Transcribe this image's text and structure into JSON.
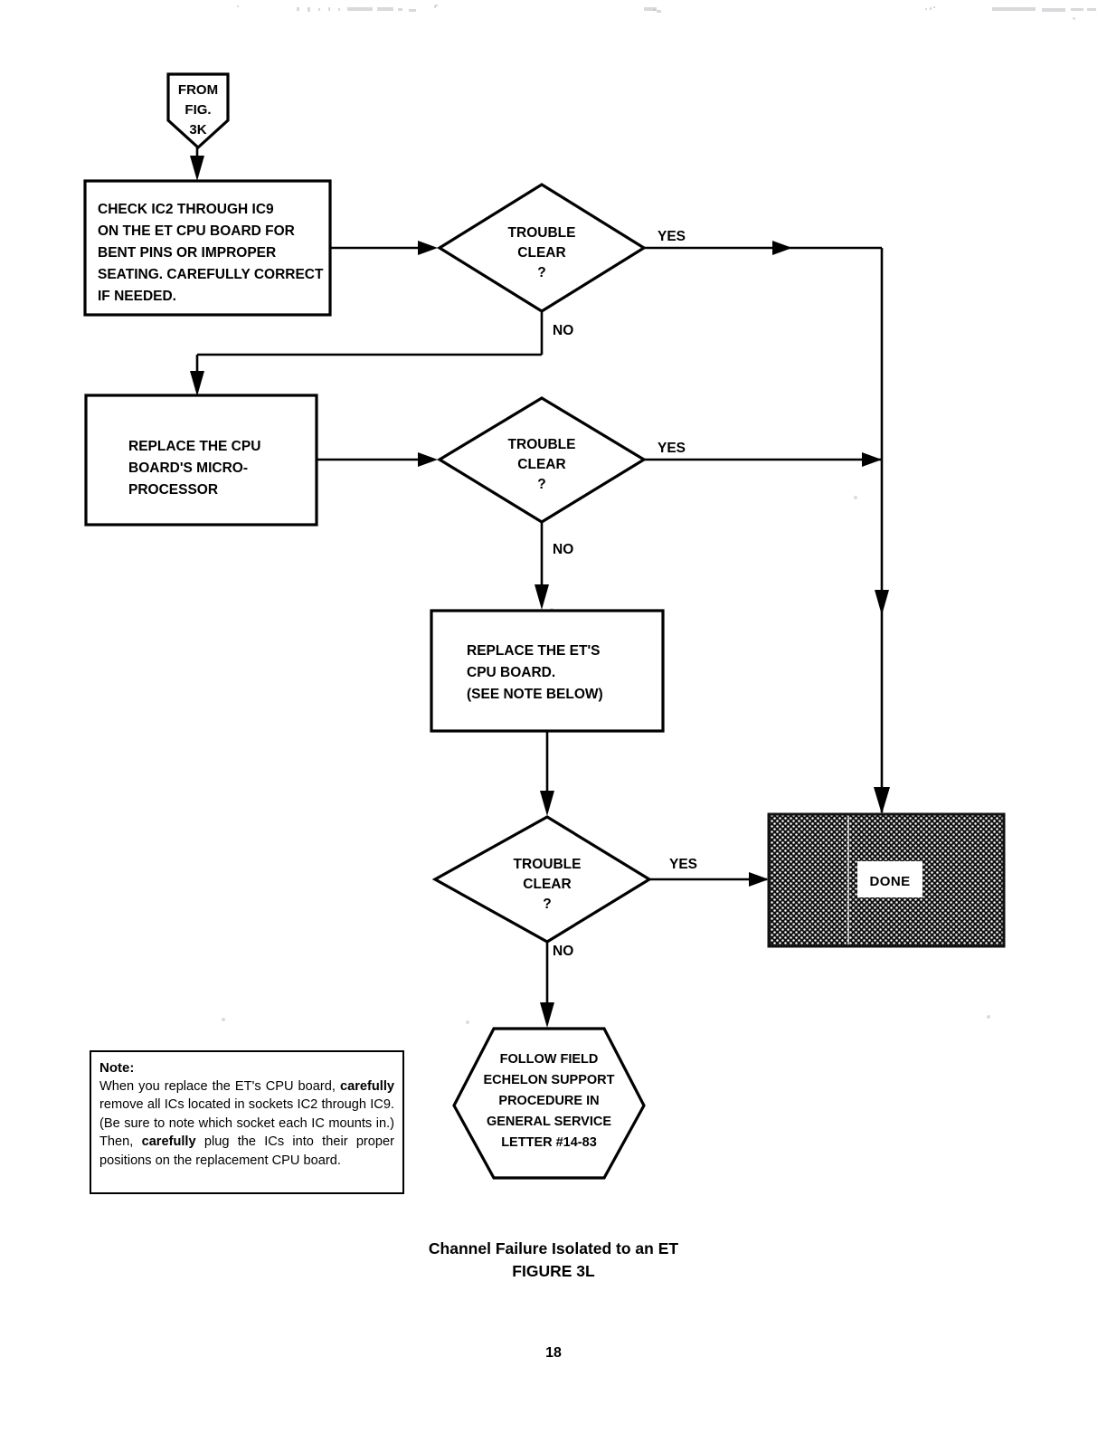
{
  "document": {
    "caption_line1": "Channel Failure Isolated to an ET",
    "caption_line2": "FIGURE 3L",
    "page_number": "18"
  },
  "flowchart": {
    "start_terminator": {
      "line1": "FROM",
      "line2": "FIG.",
      "line3": "3K"
    },
    "process_1": {
      "line1": "CHECK IC2 THROUGH IC9",
      "line2": "ON THE ET CPU BOARD FOR",
      "line3": "BENT PINS OR IMPROPER",
      "line4": "SEATING. CAREFULLY CORRECT",
      "line5": "IF NEEDED."
    },
    "decision_1": {
      "line1": "TROUBLE",
      "line2": "CLEAR",
      "line3": "?",
      "yes_label": "YES",
      "no_label": "NO"
    },
    "process_2": {
      "line1": "REPLACE THE CPU",
      "line2": "BOARD'S MICRO-",
      "line3": "PROCESSOR"
    },
    "decision_2": {
      "line1": "TROUBLE",
      "line2": "CLEAR",
      "line3": "?",
      "yes_label": "YES",
      "no_label": "NO"
    },
    "process_3": {
      "line1": "REPLACE THE ET'S",
      "line2": "CPU BOARD.",
      "line3": "(SEE NOTE BELOW)"
    },
    "decision_3": {
      "line1": "TROUBLE",
      "line2": "CLEAR",
      "line3": "?",
      "yes_label": "YES",
      "no_label": "NO"
    },
    "done_terminator": {
      "label": "DONE"
    },
    "end_terminator": {
      "line1": "FOLLOW FIELD",
      "line2": "ECHELON SUPPORT",
      "line3": "PROCEDURE IN",
      "line4": "GENERAL SERVICE",
      "line5": "LETTER #14-83"
    }
  },
  "note": {
    "title": "Note:",
    "segments": [
      {
        "text": "When you replace the ET's CPU board, ",
        "bold": false
      },
      {
        "text": "carefully",
        "bold": true
      },
      {
        "text": " remove all ICs located in sockets IC2 through IC9. (Be sure to note which socket each IC mounts in.) Then, ",
        "bold": false
      },
      {
        "text": "carefully",
        "bold": true
      },
      {
        "text": " plug the ICs into their proper positions on the replacement CPU board.",
        "bold": false
      }
    ],
    "full_text": "When you replace the ET's CPU board, carefully remove all ICs located in sockets IC2 through IC9. (Be sure to note which socket each IC mounts in.) Then, carefully plug the ICs into their proper positions on the replacement CPU board."
  },
  "colors": {
    "ink": "#000000",
    "paper": "#ffffff",
    "done_fill": "#1a1a1a"
  }
}
